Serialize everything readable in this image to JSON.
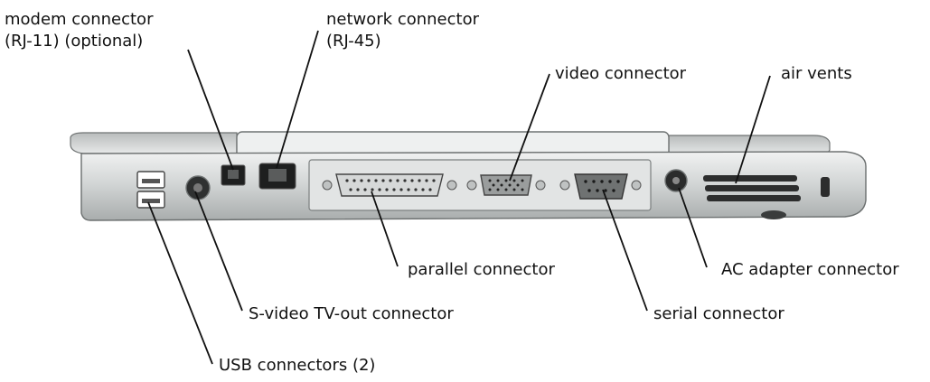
{
  "labels": {
    "modem": [
      "modem connector",
      "(RJ-11) (optional)"
    ],
    "network": [
      "network connector",
      "(RJ-45)"
    ],
    "video": "video connector",
    "air_vents": "air vents",
    "parallel": "parallel connector",
    "ac_adapter": "AC adapter connector",
    "svideo": "S-video TV-out connector",
    "serial": "serial connector",
    "usb": "USB connectors (2)"
  },
  "colors": {
    "line": "#111111",
    "body": "#d7d9d9",
    "body_dark": "#9ea2a2",
    "panel": "#e4e6e6"
  }
}
